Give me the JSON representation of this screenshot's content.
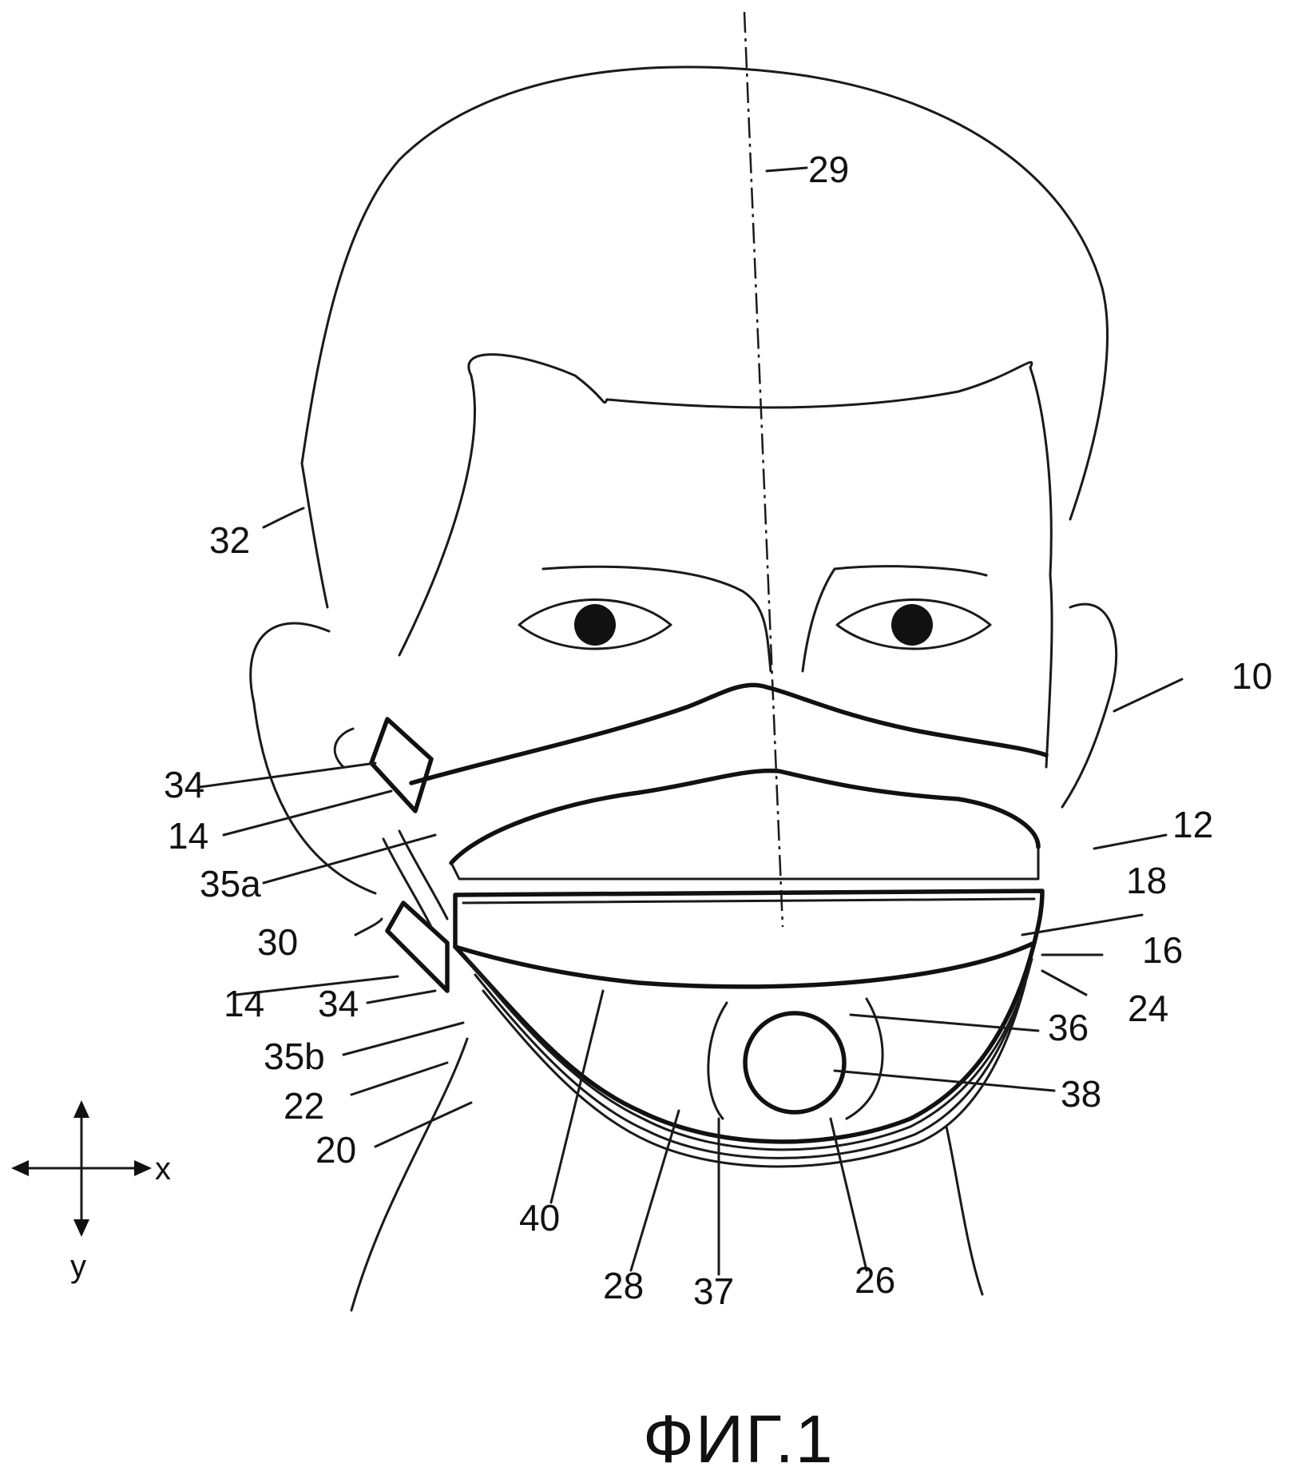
{
  "figure": {
    "caption": "ФИГ.1",
    "reference_numerals": [
      "29",
      "32",
      "10",
      "12",
      "18",
      "16",
      "24",
      "34",
      "14",
      "35a",
      "30",
      "14",
      "34",
      "35b",
      "22",
      "20",
      "36",
      "38",
      "40",
      "28",
      "37",
      "26"
    ],
    "axis_labels": {
      "x": "x",
      "y": "y"
    }
  },
  "colors": {
    "ink": "#111111",
    "paper": "#ffffff"
  }
}
